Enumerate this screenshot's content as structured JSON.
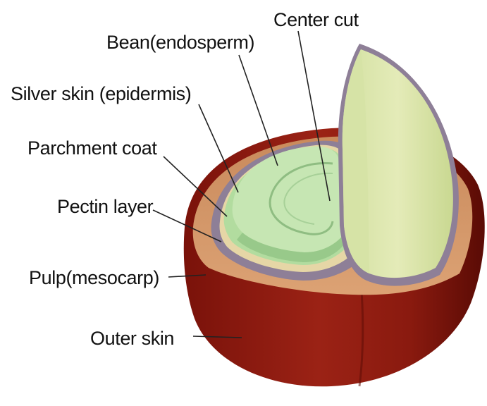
{
  "labels": {
    "center_cut": "Center cut",
    "bean": "Bean(endosperm)",
    "silver_skin": "Silver skin (epidermis)",
    "parchment": "Parchment coat",
    "pectin": "Pectin layer",
    "pulp": "Pulp(mesocarp)",
    "outer_skin": "Outer skin"
  },
  "colors": {
    "outer_skin": "#8e1a10",
    "outer_skin_dark": "#5e0c06",
    "pulp": "#d9996a",
    "pectin": "#8f7f98",
    "parchment": "#e7d29a",
    "bean": "#a9d79c",
    "bean_light": "#c8e8b4",
    "half_bean": "#dde8b0"
  }
}
